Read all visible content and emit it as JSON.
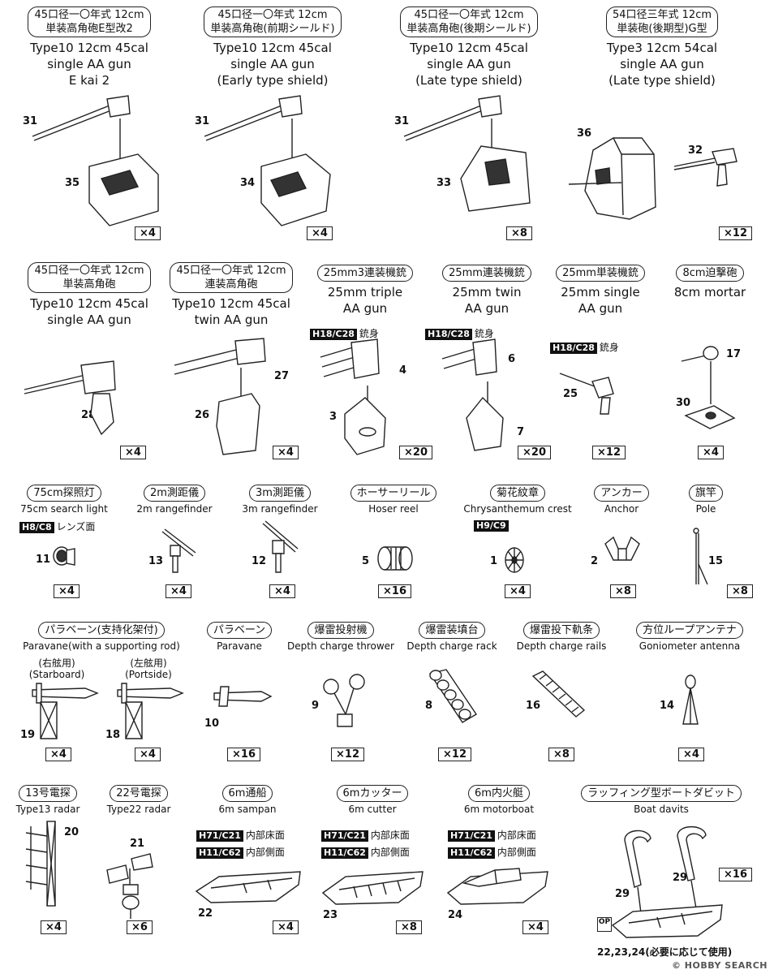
{
  "items": [
    {
      "id": "type10-ekai2",
      "jp": [
        "45口径一〇年式 12cm",
        "単装高角砲E型改2"
      ],
      "en": [
        "Type10 12cm 45cal",
        "single AA gun",
        "E kai 2"
      ],
      "parts": [
        "31",
        "35"
      ],
      "qty": "×4"
    },
    {
      "id": "type10-early",
      "jp": [
        "45口径一〇年式 12cm",
        "単装高角砲(前期シールド)"
      ],
      "en": [
        "Type10 12cm 45cal",
        "single AA gun",
        "(Early type shield)"
      ],
      "parts": [
        "31",
        "34"
      ],
      "qty": "×4"
    },
    {
      "id": "type10-late",
      "jp": [
        "45口径一〇年式 12cm",
        "単装高角砲(後期シールド)"
      ],
      "en": [
        "Type10 12cm 45cal",
        "single AA gun",
        "(Late type shield)"
      ],
      "parts": [
        "31",
        "33"
      ],
      "qty": "×8"
    },
    {
      "id": "type3-late",
      "jp": [
        "54口径三年式 12cm",
        "単装砲(後期型)G型"
      ],
      "en": [
        "Type3 12cm 54cal",
        "single AA gun",
        "(Late type shield)"
      ],
      "parts": [
        "36",
        "32"
      ],
      "qty": "×12"
    },
    {
      "id": "type10-single",
      "jp": [
        "45口径一〇年式 12cm",
        "単装高角砲"
      ],
      "en": [
        "Type10 12cm 45cal",
        "single AA gun"
      ],
      "parts": [
        "28"
      ],
      "qty": "×4"
    },
    {
      "id": "type10-twin",
      "jp": [
        "45口径一〇年式 12cm",
        "連装高角砲"
      ],
      "en": [
        "Type10 12cm 45cal",
        "twin AA gun"
      ],
      "parts": [
        "27",
        "26"
      ],
      "qty": "×4"
    },
    {
      "id": "25mm-triple",
      "jp": [
        "25mm3連装機銃"
      ],
      "en": [
        "25mm triple",
        "AA gun"
      ],
      "code": "H18/C28",
      "code_label": "銃身",
      "parts": [
        "4",
        "3"
      ],
      "qty": "×20"
    },
    {
      "id": "25mm-twin",
      "jp": [
        "25mm連装機銃"
      ],
      "en": [
        "25mm twin",
        "AA gun"
      ],
      "code": "H18/C28",
      "code_label": "銃身",
      "parts": [
        "6",
        "7"
      ],
      "qty": "×20"
    },
    {
      "id": "25mm-single",
      "jp": [
        "25mm単装機銃"
      ],
      "en": [
        "25mm single",
        "AA gun"
      ],
      "code": "H18/C28",
      "code_label": "銃身",
      "parts": [
        "25"
      ],
      "qty": "×12"
    },
    {
      "id": "8cm-mortar",
      "jp": [
        "8cm迫撃砲"
      ],
      "en": [
        "8cm mortar"
      ],
      "parts": [
        "17",
        "30"
      ],
      "qty": "×4"
    },
    {
      "id": "searchlight",
      "jp": [
        "75cm探照灯"
      ],
      "en": [
        "75cm search light"
      ],
      "code": "H8/C8",
      "code_label": "レンズ面",
      "parts": [
        "11"
      ],
      "qty": "×4"
    },
    {
      "id": "rf2m",
      "jp": [
        "2m測距儀"
      ],
      "en": [
        "2m rangefinder"
      ],
      "parts": [
        "13"
      ],
      "qty": "×4"
    },
    {
      "id": "rf3m",
      "jp": [
        "3m測距儀"
      ],
      "en": [
        "3m rangefinder"
      ],
      "parts": [
        "12"
      ],
      "qty": "×4"
    },
    {
      "id": "hoser",
      "jp": [
        "ホーサーリール"
      ],
      "en": [
        "Hoser reel"
      ],
      "parts": [
        "5"
      ],
      "qty": "×16"
    },
    {
      "id": "crest",
      "jp": [
        "菊花紋章"
      ],
      "en": [
        "Chrysanthemum crest"
      ],
      "code": "H9/C9",
      "code_label": "",
      "parts": [
        "1"
      ],
      "qty": "×4"
    },
    {
      "id": "anchor",
      "jp": [
        "アンカー"
      ],
      "en": [
        "Anchor"
      ],
      "parts": [
        "2"
      ],
      "qty": "×8"
    },
    {
      "id": "pole",
      "jp": [
        "旗竿"
      ],
      "en": [
        "Pole"
      ],
      "parts": [
        "15"
      ],
      "qty": "×8"
    },
    {
      "id": "paravane-rod",
      "jp": [
        "パラベーン(支持化架付)"
      ],
      "en": [
        "Paravane(with a supporting rod)"
      ],
      "sub_a": "(右舷用)",
      "sub_a_en": "(Starboard)",
      "sub_b": "(左舷用)",
      "sub_b_en": "(Portside)",
      "parts": [
        "19",
        "18"
      ],
      "qty_a": "×4",
      "qty_b": "×4"
    },
    {
      "id": "paravane",
      "jp": [
        "パラベーン"
      ],
      "en": [
        "Paravane"
      ],
      "parts": [
        "10"
      ],
      "qty": "×16"
    },
    {
      "id": "dc-thrower",
      "jp": [
        "爆雷投射機"
      ],
      "en": [
        "Depth charge thrower"
      ],
      "parts": [
        "9"
      ],
      "qty": "×12"
    },
    {
      "id": "dc-rack",
      "jp": [
        "爆雷装填台"
      ],
      "en": [
        "Depth charge rack"
      ],
      "parts": [
        "8"
      ],
      "qty": "×12"
    },
    {
      "id": "dc-rails",
      "jp": [
        "爆雷投下軌条"
      ],
      "en": [
        "Depth charge rails"
      ],
      "parts": [
        "16"
      ],
      "qty": "×8"
    },
    {
      "id": "gonio",
      "jp": [
        "方位ループアンテナ"
      ],
      "en": [
        "Goniometer antenna"
      ],
      "parts": [
        "14"
      ],
      "qty": "×4"
    },
    {
      "id": "radar13",
      "jp": [
        "13号電探"
      ],
      "en": [
        "Type13 radar"
      ],
      "parts": [
        "20"
      ],
      "qty": "×4"
    },
    {
      "id": "radar22",
      "jp": [
        "22号電探"
      ],
      "en": [
        "Type22 radar"
      ],
      "parts": [
        "21"
      ],
      "qty": "×6"
    },
    {
      "id": "sampan",
      "jp": [
        "6m通船"
      ],
      "en": [
        "6m sampan"
      ],
      "codes": [
        {
          "code": "H71/C21",
          "label": "内部床面"
        },
        {
          "code": "H11/C62",
          "label": "内部側面"
        }
      ],
      "parts": [
        "22"
      ],
      "qty": "×4"
    },
    {
      "id": "cutter",
      "jp": [
        "6mカッター"
      ],
      "en": [
        "6m cutter"
      ],
      "codes": [
        {
          "code": "H71/C21",
          "label": "内部床面"
        },
        {
          "code": "H11/C62",
          "label": "内部側面"
        }
      ],
      "parts": [
        "23"
      ],
      "qty": "×8"
    },
    {
      "id": "motorboat",
      "jp": [
        "6m内火艇"
      ],
      "en": [
        "6m motorboat"
      ],
      "codes": [
        {
          "code": "H71/C21",
          "label": "内部床面"
        },
        {
          "code": "H11/C62",
          "label": "内部側面"
        }
      ],
      "parts": [
        "24"
      ],
      "qty": "×4"
    },
    {
      "id": "davits",
      "jp": [
        "ラッフィング型ボートダビット"
      ],
      "en": [
        "Boat davits"
      ],
      "parts": [
        "29",
        "29"
      ],
      "qty": "×16",
      "op": "OP",
      "footnote": "22,23,24(必要に応じて使用)"
    }
  ],
  "watermark": "© HOBBY SEARCH"
}
